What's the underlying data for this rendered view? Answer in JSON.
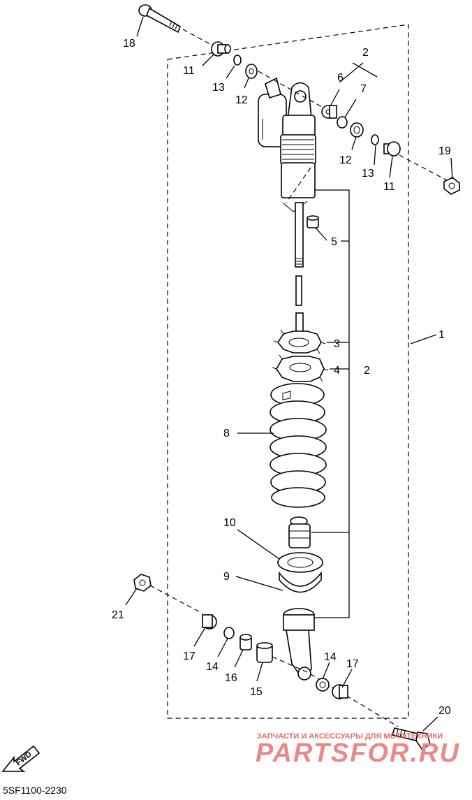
{
  "diagram": {
    "callouts": [
      {
        "id": "c18",
        "text": "18"
      },
      {
        "id": "c11a",
        "text": "11"
      },
      {
        "id": "c13a",
        "text": "13"
      },
      {
        "id": "c12a",
        "text": "12"
      },
      {
        "id": "c2a",
        "text": "2"
      },
      {
        "id": "c6",
        "text": "6"
      },
      {
        "id": "c7",
        "text": "7"
      },
      {
        "id": "c12b",
        "text": "12"
      },
      {
        "id": "c13b",
        "text": "13"
      },
      {
        "id": "c11b",
        "text": "11"
      },
      {
        "id": "c19",
        "text": "19"
      },
      {
        "id": "c5",
        "text": "5"
      },
      {
        "id": "c1",
        "text": "1"
      },
      {
        "id": "c3",
        "text": "3"
      },
      {
        "id": "c4",
        "text": "4"
      },
      {
        "id": "c2b",
        "text": "2"
      },
      {
        "id": "c8",
        "text": "8"
      },
      {
        "id": "c10",
        "text": "10"
      },
      {
        "id": "c9",
        "text": "9"
      },
      {
        "id": "c21",
        "text": "21"
      },
      {
        "id": "c17a",
        "text": "17"
      },
      {
        "id": "c14a",
        "text": "14"
      },
      {
        "id": "c16",
        "text": "16"
      },
      {
        "id": "c15",
        "text": "15"
      },
      {
        "id": "c14b",
        "text": "14"
      },
      {
        "id": "c17b",
        "text": "17"
      },
      {
        "id": "c20",
        "text": "20"
      }
    ],
    "fwd_label": "FWD",
    "diagram_code": "5SF1100-2230"
  },
  "watermark": {
    "tagline": "ЗАПЧАСТИ И АКСЕССУАРЫ ДЛЯ МОТОТЕХНИКИ",
    "brand": "PARTSFOR.RU"
  }
}
